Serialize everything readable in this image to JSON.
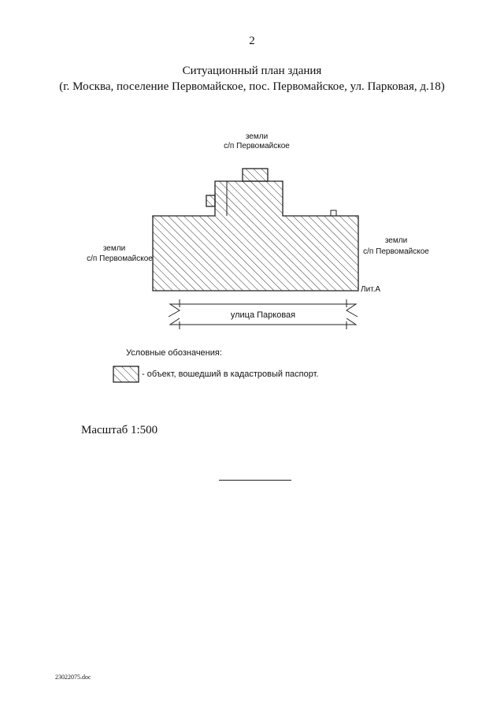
{
  "page_number": "2",
  "title": {
    "line1": "Ситуационный план здания",
    "line2": "(г. Москва, поселение Первомайское, пос. Первомайское, ул. Парковая, д.18)"
  },
  "plan": {
    "top_label_line1": "земли",
    "top_label_line2": "с/п Первомайское",
    "left_label_line1": "земли",
    "left_label_line2": "с/п Первомайское",
    "right_label_line1": "земли",
    "right_label_line2": "с/п Первомайское",
    "building_label": "Лит.А",
    "street_label": "улица Парковая"
  },
  "legend": {
    "title": "Условные обозначения:",
    "item_text": "- объект, вошедший в кадастровый паспорт."
  },
  "scale_text": "Масштаб 1:500",
  "footer_filename": "23022075.doc"
}
